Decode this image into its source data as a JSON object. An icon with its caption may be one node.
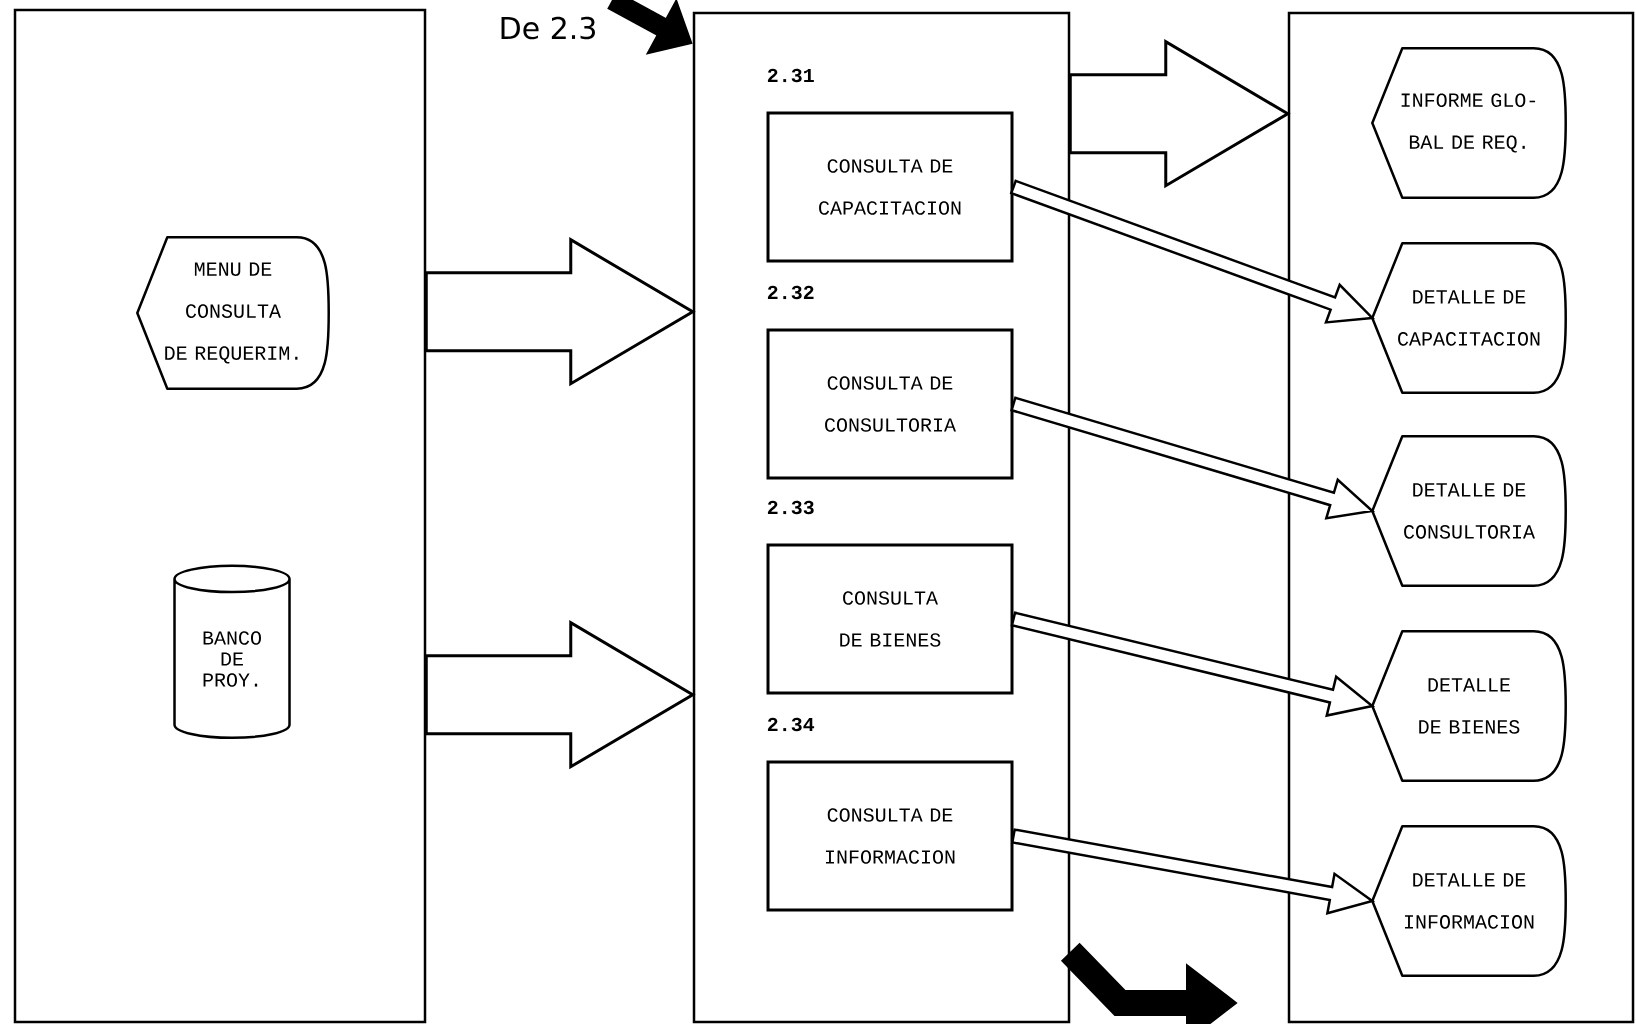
{
  "diagram": {
    "nodes": [
      {
        "text": [],
        "shape": "box"
      },
      {
        "text": [
          "MENU DE CONSULTA DE REQUERIM."
        ],
        "in": 0
      },
      {
        "text": [
          "BANCO DE PROY."
        ],
        "in": 0
      },
      {
        "text": [],
        "shape": "box"
      },
      {
        "text": [
          "CONSULTA DE CAPACITACION"
        ],
        "beside": [
          "2.31"
        ],
        "in": 3
      },
      {
        "text": [
          "CONSULTA DE CONSULTORIA"
        ],
        "beside": [
          "2.32"
        ],
        "in": 3
      },
      {
        "text": [
          "CONSULTA DE BIENES"
        ],
        "beside": [
          "2.33"
        ],
        "in": 3
      },
      {
        "text": [
          "CONSULTA DE INFORMACION"
        ],
        "beside": [
          "2.34"
        ],
        "in": 3
      },
      {
        "text": [],
        "shape": "box"
      },
      {
        "text": [
          "INFORME GLO- BAL DE REQ."
        ],
        "in": 8
      },
      {
        "text": [
          "DETALLE DE CAPACITACION"
        ],
        "in": 8
      },
      {
        "text": [
          "DETALLE DE CONSULTORIA"
        ],
        "in": 8
      },
      {
        "text": [
          "DETALLE DE BIENES"
        ],
        "in": 8
      },
      {
        "text": [
          "DETALLE DE INFORMACION"
        ],
        "in": 8
      }
    ],
    "edges": [
      {
        "from": null,
        "to": 3,
        "arrow": "to",
        "label": "De 2.3"
      },
      {
        "from": 0,
        "to": 3,
        "arrow": "to"
      },
      {
        "from": 0,
        "to": 3,
        "arrow": "to"
      },
      {
        "from": 3,
        "to": 8,
        "arrow": "to"
      },
      {
        "from": 4,
        "to": 10,
        "arrow": "to"
      },
      {
        "from": 5,
        "to": 11,
        "arrow": "to"
      },
      {
        "from": 6,
        "to": 12,
        "arrow": "to"
      },
      {
        "from": 7,
        "to": 13,
        "arrow": "to"
      },
      {
        "from": 3,
        "to": null,
        "arrow": "to"
      }
    ]
  }
}
